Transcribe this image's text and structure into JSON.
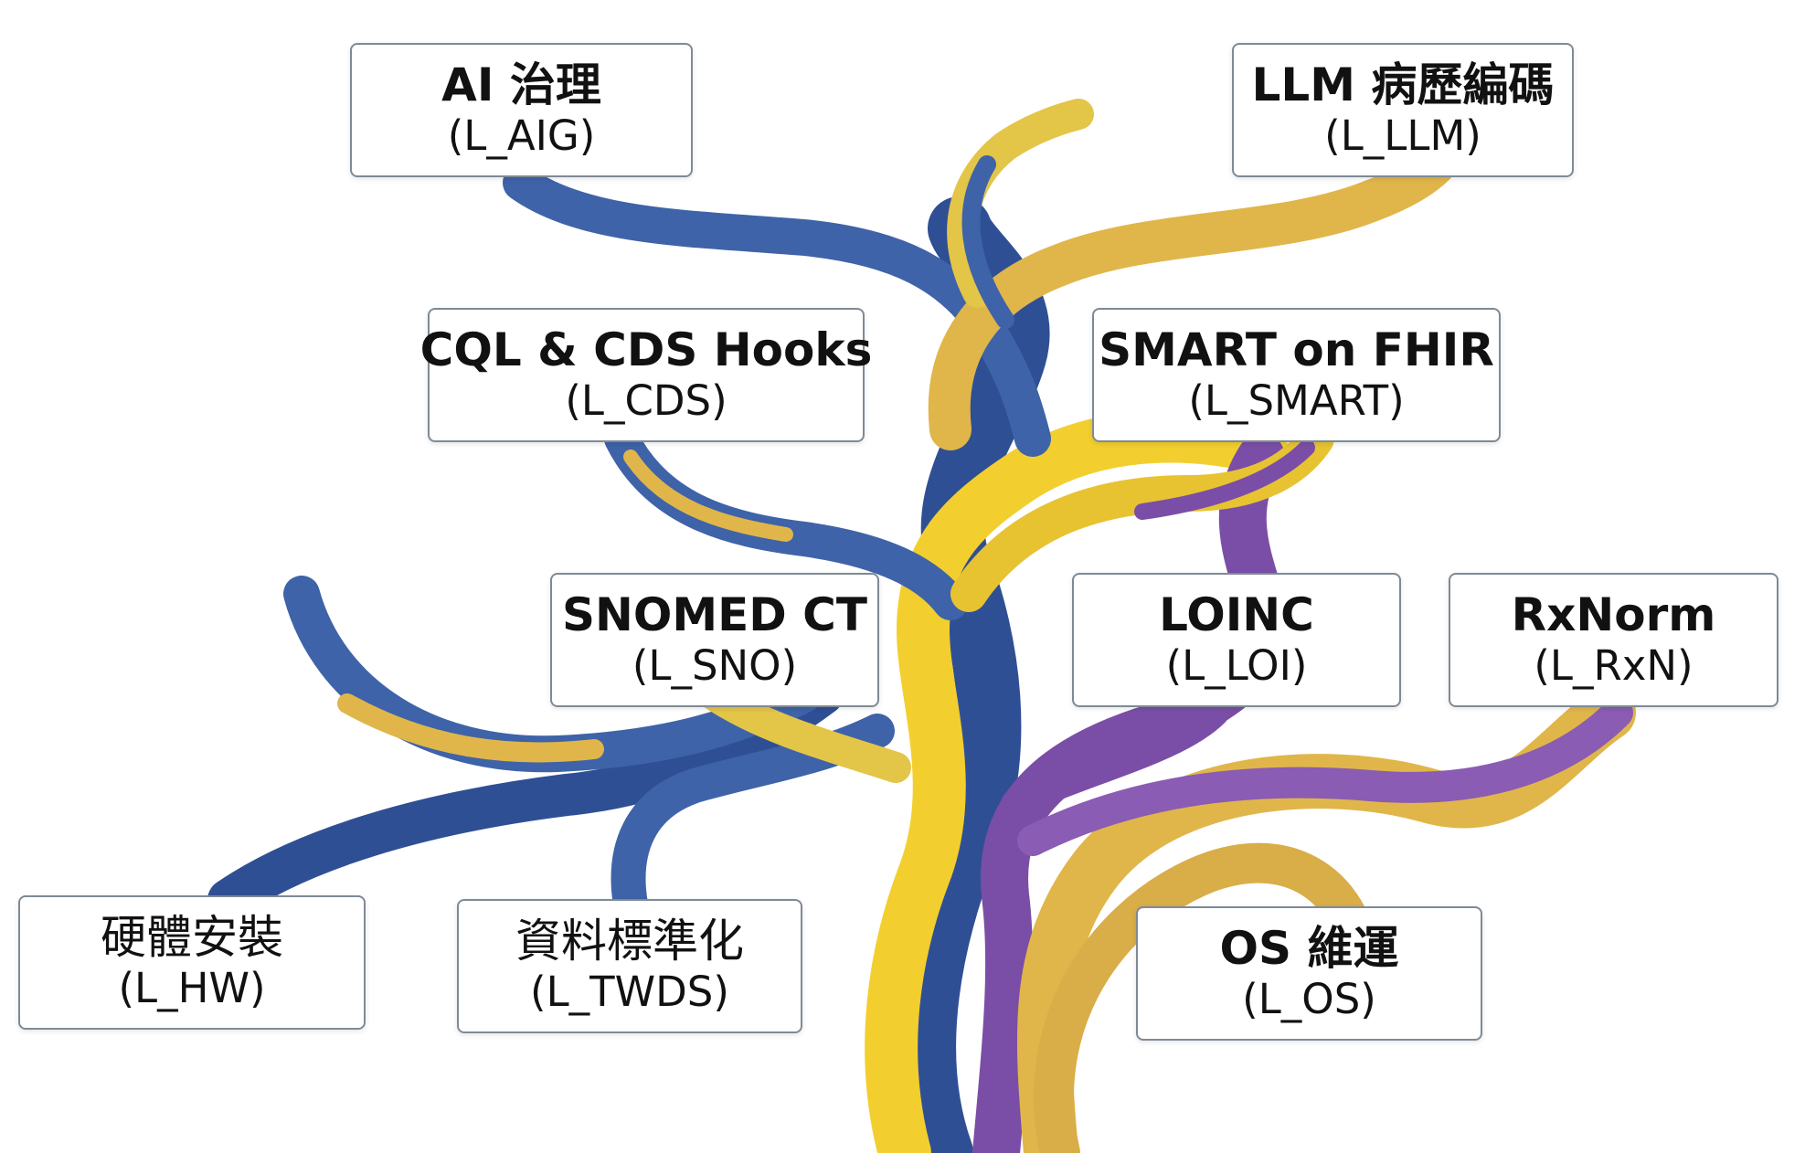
{
  "colors": {
    "blue": "#3e63a8",
    "dark_blue": "#25407a",
    "gold": "#e0b64a",
    "yellow": "#f2cf2e",
    "purple": "#7a4ea6",
    "box_border": "#7f8a95"
  },
  "nodes": [
    {
      "id": "aig",
      "title": "AI 治理",
      "code": "(L_AIG)"
    },
    {
      "id": "llm",
      "title": "LLM 病歷編碼",
      "code": "(L_LLM)"
    },
    {
      "id": "cds",
      "title": "CQL & CDS Hooks",
      "code": "(L_CDS)"
    },
    {
      "id": "smart",
      "title": "SMART on FHIR",
      "code": "(L_SMART)"
    },
    {
      "id": "sno",
      "title": "SNOMED CT",
      "code": "(L_SNO)"
    },
    {
      "id": "loi",
      "title": "LOINC",
      "code": "(L_LOI)"
    },
    {
      "id": "rxn",
      "title": "RxNorm",
      "code": "(L_RxN)"
    },
    {
      "id": "hw",
      "title": "硬體安裝",
      "code": "(L_HW)"
    },
    {
      "id": "twds",
      "title": "資料標準化",
      "code": "(L_TWDS)"
    },
    {
      "id": "os",
      "title": "OS 維運",
      "code": "(L_OS)"
    }
  ]
}
